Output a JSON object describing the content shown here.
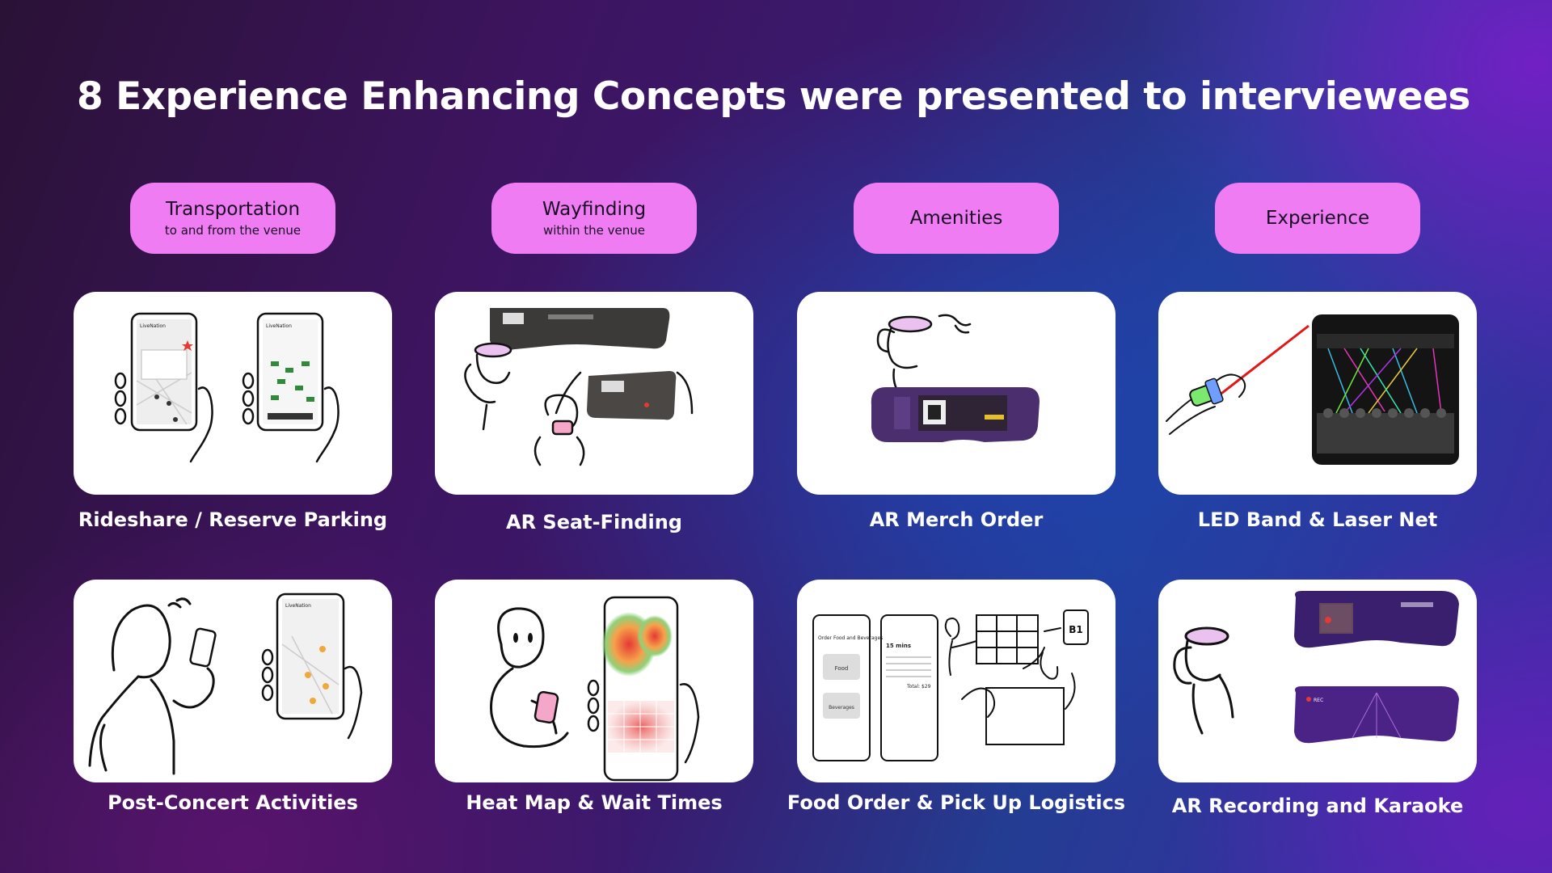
{
  "slide": {
    "title": "8 Experience Enhancing Concepts were presented to interviewees"
  },
  "categories": [
    {
      "label": "Transportation",
      "sub": "to and from the venue"
    },
    {
      "label": "Wayfinding",
      "sub": "within the venue"
    },
    {
      "label": "Amenities",
      "sub": ""
    },
    {
      "label": "Experience",
      "sub": ""
    }
  ],
  "concepts": [
    {
      "caption": "Rideshare / Reserve Parking"
    },
    {
      "caption": "AR Seat-Finding"
    },
    {
      "caption": "AR Merch Order"
    },
    {
      "caption": "LED Band & Laser Net"
    },
    {
      "caption": "Post-Concert Activities"
    },
    {
      "caption": "Heat Map & Wait Times"
    },
    {
      "caption": "Food Order & Pick Up Logistics"
    },
    {
      "caption": "AR Recording and Karaoke"
    }
  ],
  "sketch_text": {
    "livenation": "LiveNation",
    "food": "Food",
    "beverages": "Beverages",
    "order_food": "Order Food and Beverages",
    "ready_in": "15 mins",
    "total": "Total: $29",
    "b1": "B1",
    "rec": "REC"
  },
  "colors": {
    "accent_pill": "#ef7cf2",
    "laser": "#e01818",
    "led_band": "#7be870"
  }
}
